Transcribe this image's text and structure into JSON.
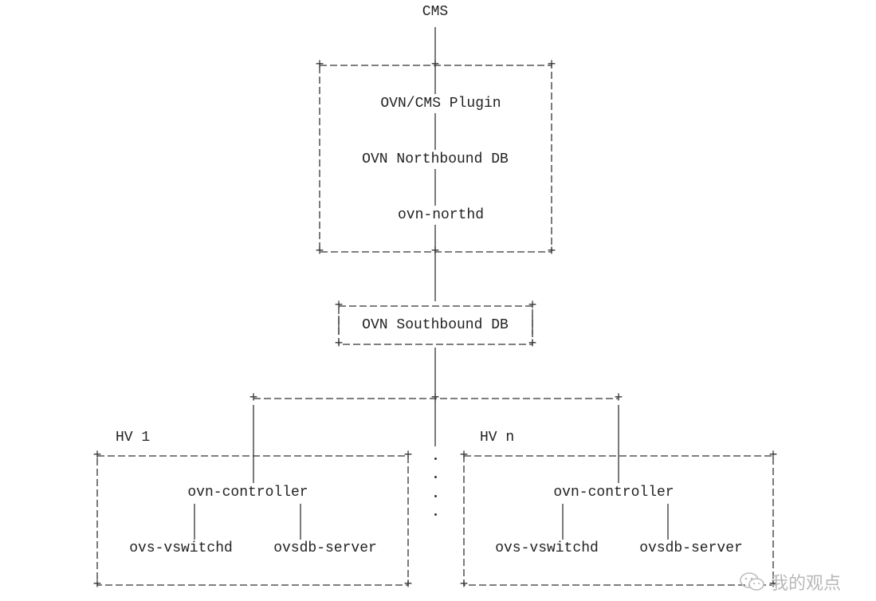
{
  "labels": {
    "cms": "CMS",
    "plugin": "OVN/CMS Plugin",
    "northbound_db": "OVN Northbound DB",
    "northd": "ovn-northd",
    "southbound_db": "OVN Southbound DB",
    "hv1": {
      "title": "HV 1",
      "controller": "ovn-controller",
      "vswitchd": "ovs-vswitchd",
      "dbserver": "ovsdb-server"
    },
    "hvn": {
      "title": "HV n",
      "controller": "ovn-controller",
      "vswitchd": "ovs-vswitchd",
      "dbserver": "ovsdb-server"
    }
  },
  "watermark": {
    "text": "我的观点",
    "icon": "wechat-icon"
  }
}
